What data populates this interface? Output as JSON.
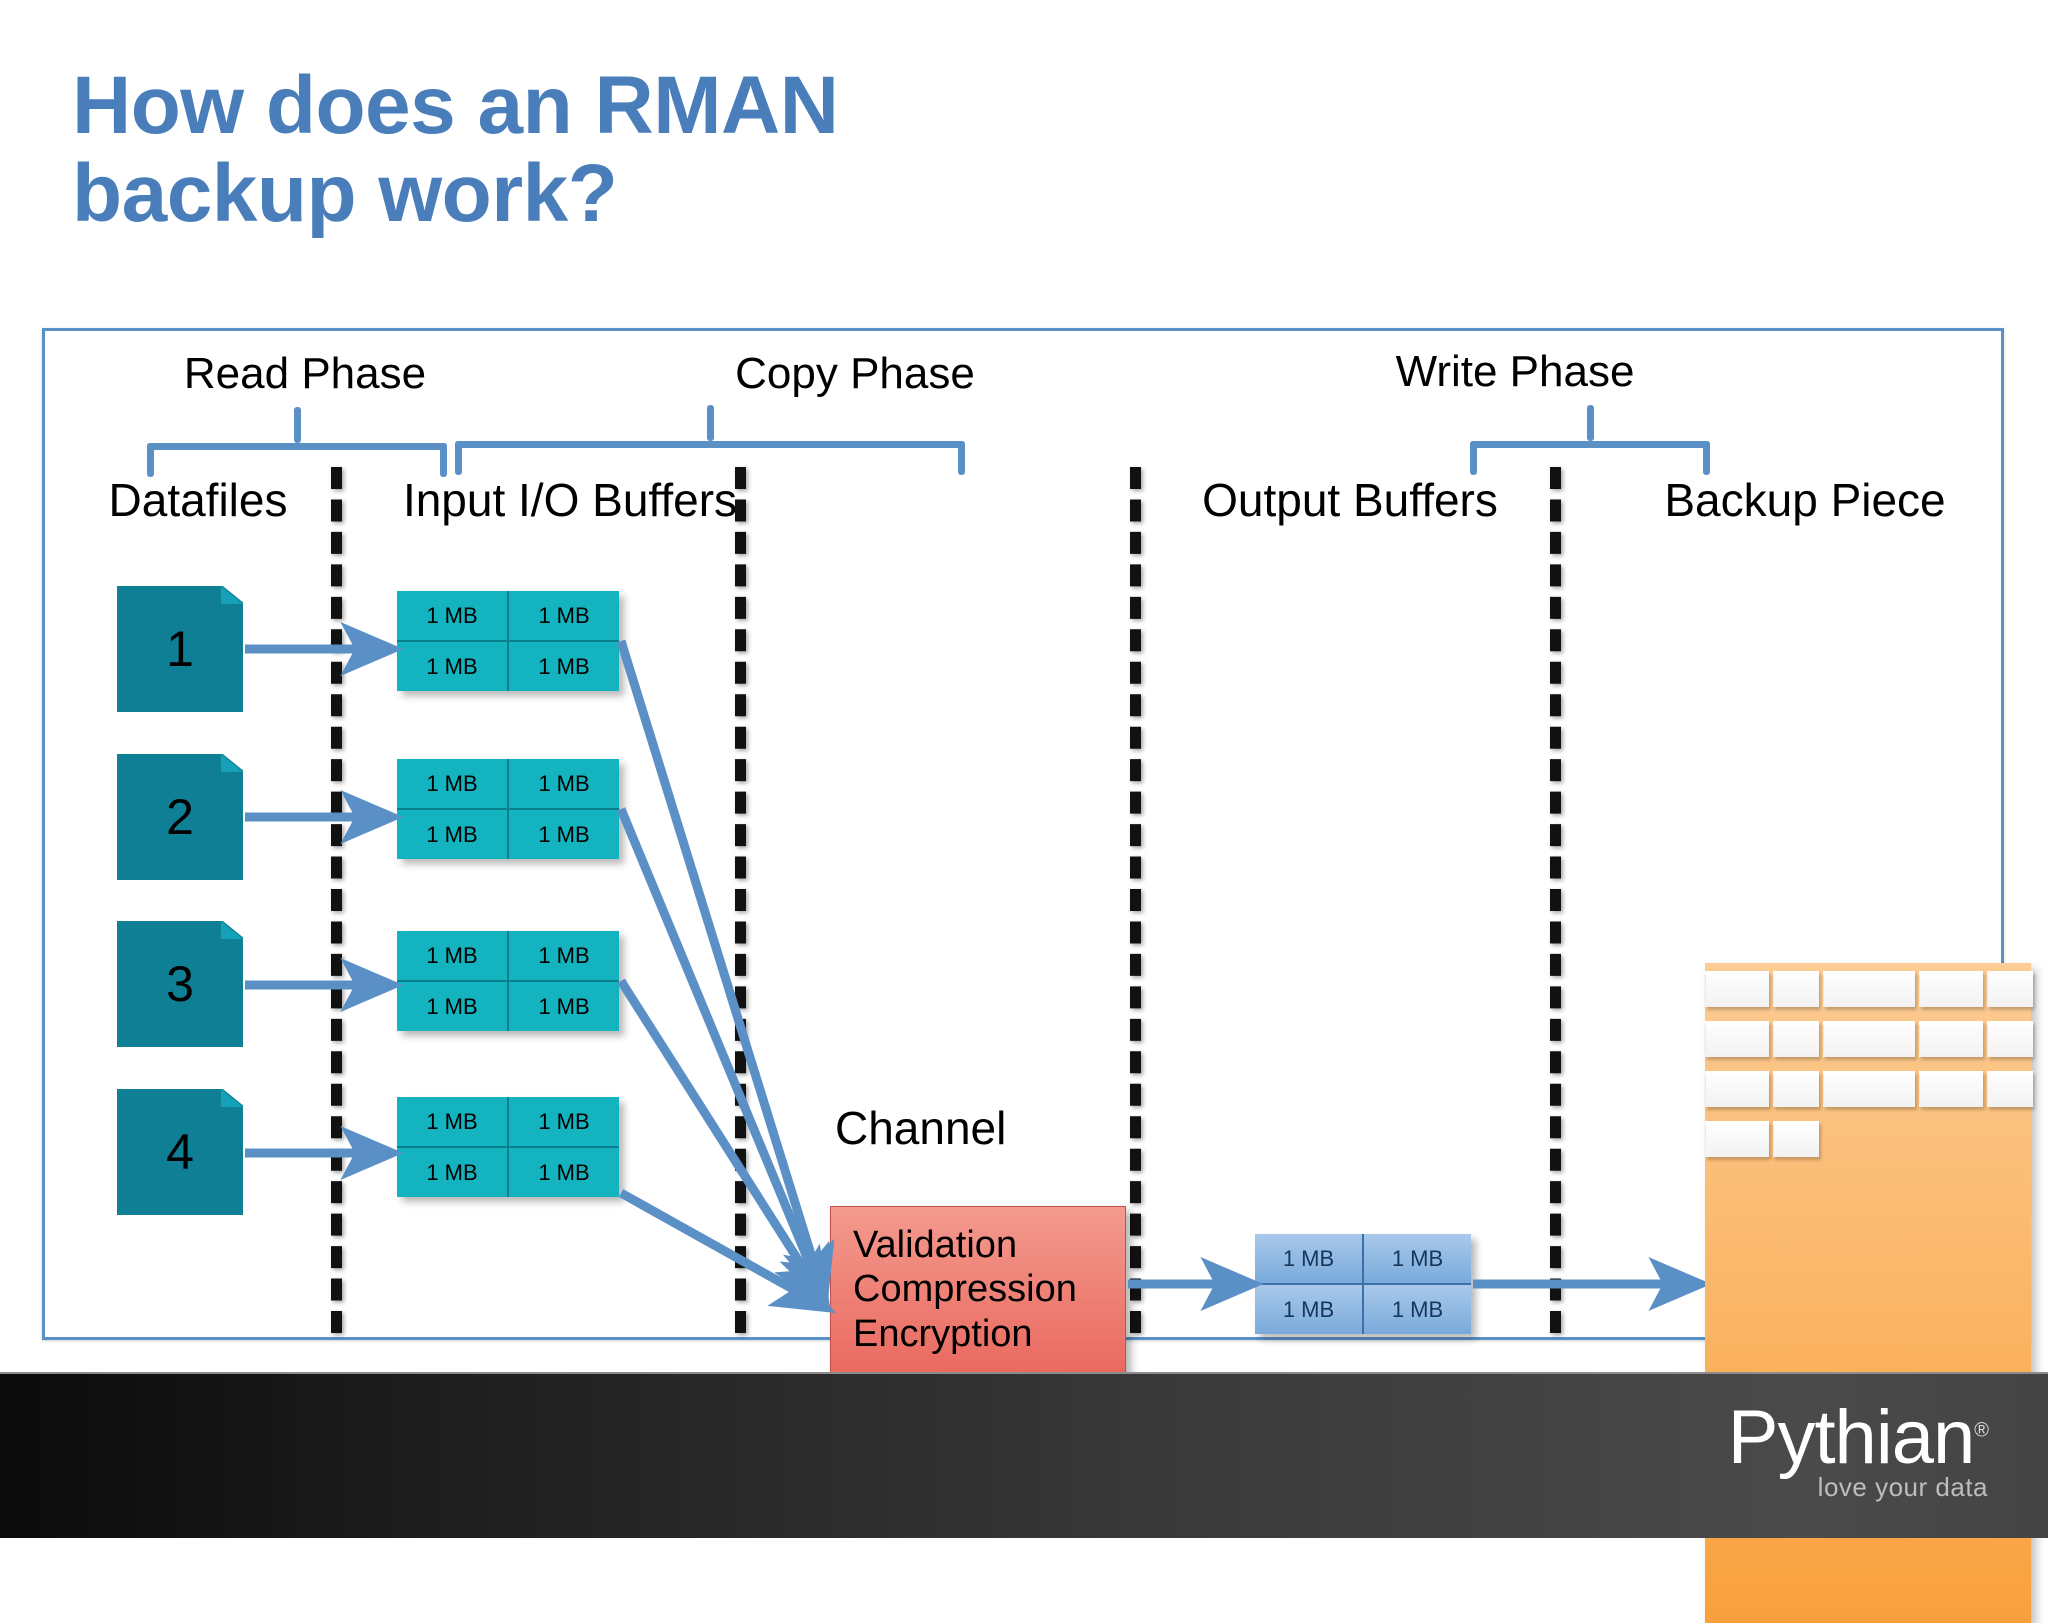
{
  "slide": {
    "title": "How does an RMAN\nbackup work?",
    "title_color": "#4A7EBB",
    "panel_border_color": "#5B90C6"
  },
  "diagram": {
    "phases": [
      {
        "id": "read",
        "label": "Read Phase"
      },
      {
        "id": "copy",
        "label": "Copy Phase"
      },
      {
        "id": "write",
        "label": "Write Phase"
      }
    ],
    "columns": [
      {
        "id": "datafiles",
        "label": "Datafiles"
      },
      {
        "id": "input-buffers",
        "label": "Input I/O Buffers"
      },
      {
        "id": "output-buffers",
        "label": "Output Buffers"
      },
      {
        "id": "backup-piece",
        "label": "Backup Piece"
      }
    ],
    "datafiles": [
      {
        "label": "1"
      },
      {
        "label": "2"
      },
      {
        "label": "3"
      },
      {
        "label": "4"
      }
    ],
    "datafile_color": "#0E7F95",
    "input_buffers": {
      "color": "#13B4C0",
      "groups": [
        {
          "cells": [
            "1 MB",
            "1 MB",
            "1 MB",
            "1 MB"
          ]
        },
        {
          "cells": [
            "1 MB",
            "1 MB",
            "1 MB",
            "1 MB"
          ]
        },
        {
          "cells": [
            "1 MB",
            "1 MB",
            "1 MB",
            "1 MB"
          ]
        },
        {
          "cells": [
            "1 MB",
            "1 MB",
            "1 MB",
            "1 MB"
          ]
        }
      ]
    },
    "channel": {
      "label": "Channel",
      "operations": [
        "Validation",
        "Compression",
        "Encryption"
      ],
      "color": "#E8635A"
    },
    "output_buffers": {
      "color": "#79AADB",
      "cells": [
        "1 MB",
        "1 MB",
        "1 MB",
        "1 MB"
      ]
    },
    "backup_piece": {
      "color": "#F9A03C",
      "block_rows": [
        {
          "blocks": [
            64,
            46,
            92,
            64,
            46
          ]
        },
        {
          "blocks": [
            64,
            46,
            92,
            64,
            46
          ]
        },
        {
          "blocks": [
            64,
            46,
            92,
            64,
            46
          ]
        },
        {
          "blocks": [
            64,
            46
          ]
        }
      ]
    },
    "arrow_color": "#5B90C6"
  },
  "footer": {
    "logo_word": "Pythian",
    "logo_registered": "®",
    "logo_tagline": "love your data"
  }
}
